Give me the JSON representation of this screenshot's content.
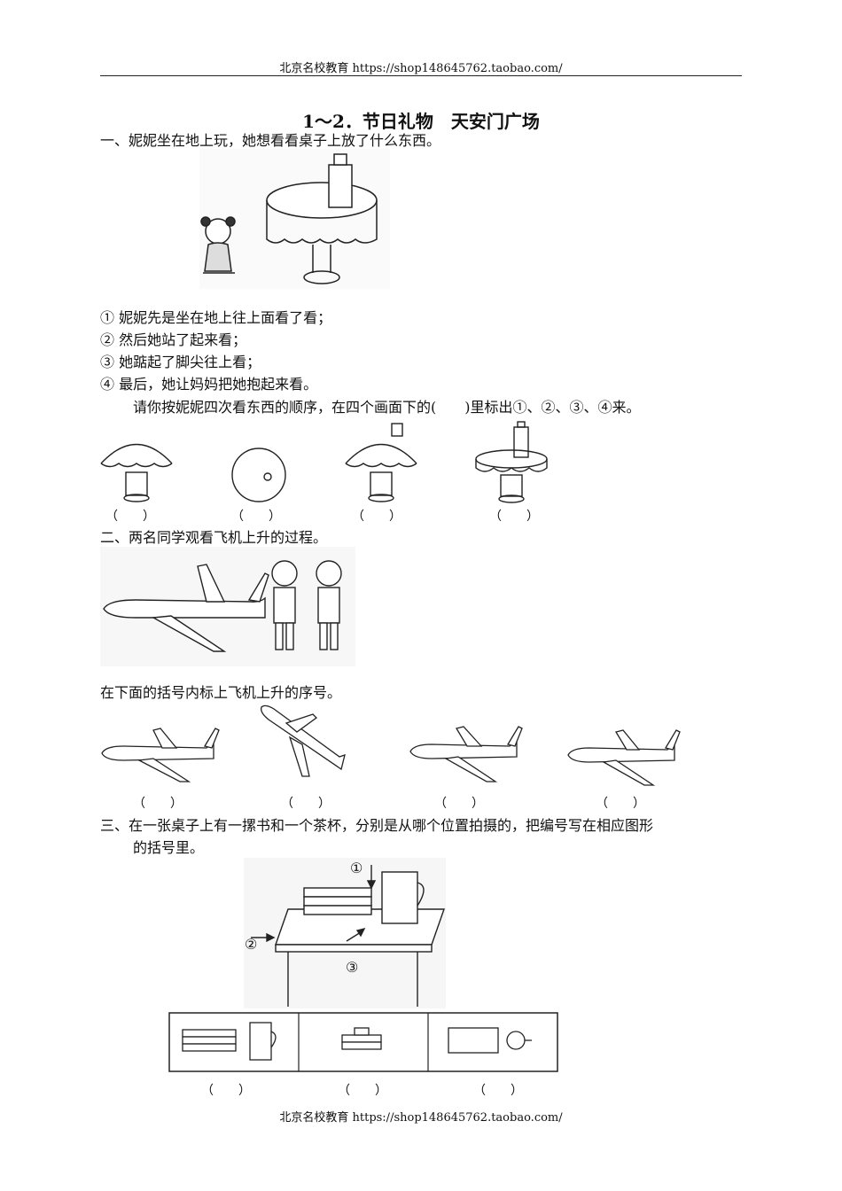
{
  "header": {
    "text": "北京名校教育 https://shop148645762.taobao.com/"
  },
  "title": "1～2．节日礼物　天安门广场",
  "q1": {
    "intro": "一、妮妮坐在地上玩，她想看看桌子上放了什么东西。",
    "steps": [
      "① 妮妮先是坐在地上往上面看了看；",
      "② 然后她站了起来看；",
      "③ 她踮起了脚尖往上看；",
      "④ 最后，她让妈妈把她抱起来看。"
    ],
    "instruction": "请你按妮妮四次看东西的顺序，在四个画面下的(　　)里标出①、②、③、④来。",
    "answers": [
      "（　　）",
      "（　　）",
      "（　　）",
      "（　　）"
    ]
  },
  "q2": {
    "intro": "二、两名同学观看飞机上升的过程。",
    "instruction": "在下面的括号内标上飞机上升的序号。",
    "answers": [
      "（　　）",
      "（　　）",
      "（　　）",
      "（　　）"
    ]
  },
  "q3": {
    "intro": "三、在一张桌子上有一摞书和一个茶杯，分别是从哪个位置拍摄的，把编号写在相应图形",
    "intro_cont": "的括号里。",
    "labels": [
      "①",
      "②",
      "③"
    ],
    "answers": [
      "（　　）",
      "（　　）",
      "（　　）"
    ]
  },
  "footer": {
    "text": "北京名校教育 https://shop148645762.taobao.com/"
  }
}
